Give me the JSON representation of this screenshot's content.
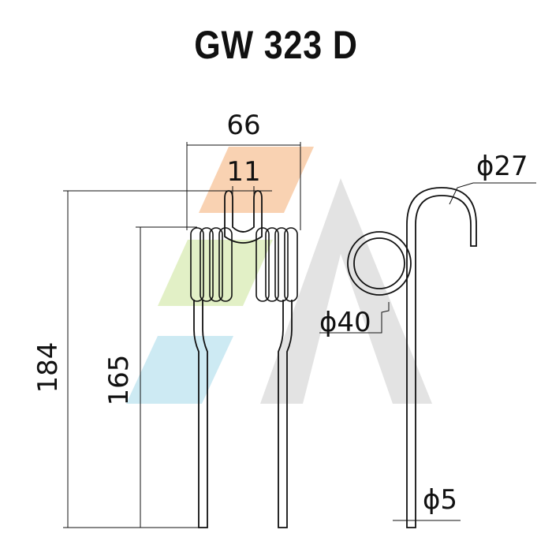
{
  "title": "GW 323 D",
  "dimensions": {
    "overall_width": "66",
    "hook_gap": "11",
    "total_height": "184",
    "leg_height": "165",
    "hook_diameter": "ϕ27",
    "coil_diameter": "ϕ40",
    "wire_diameter": "ϕ5"
  },
  "watermark_colors": {
    "orange": "#f9d2b2",
    "green": "#e2f0c6",
    "blue": "#cdeaf3",
    "gray": "#e3e3e3"
  }
}
